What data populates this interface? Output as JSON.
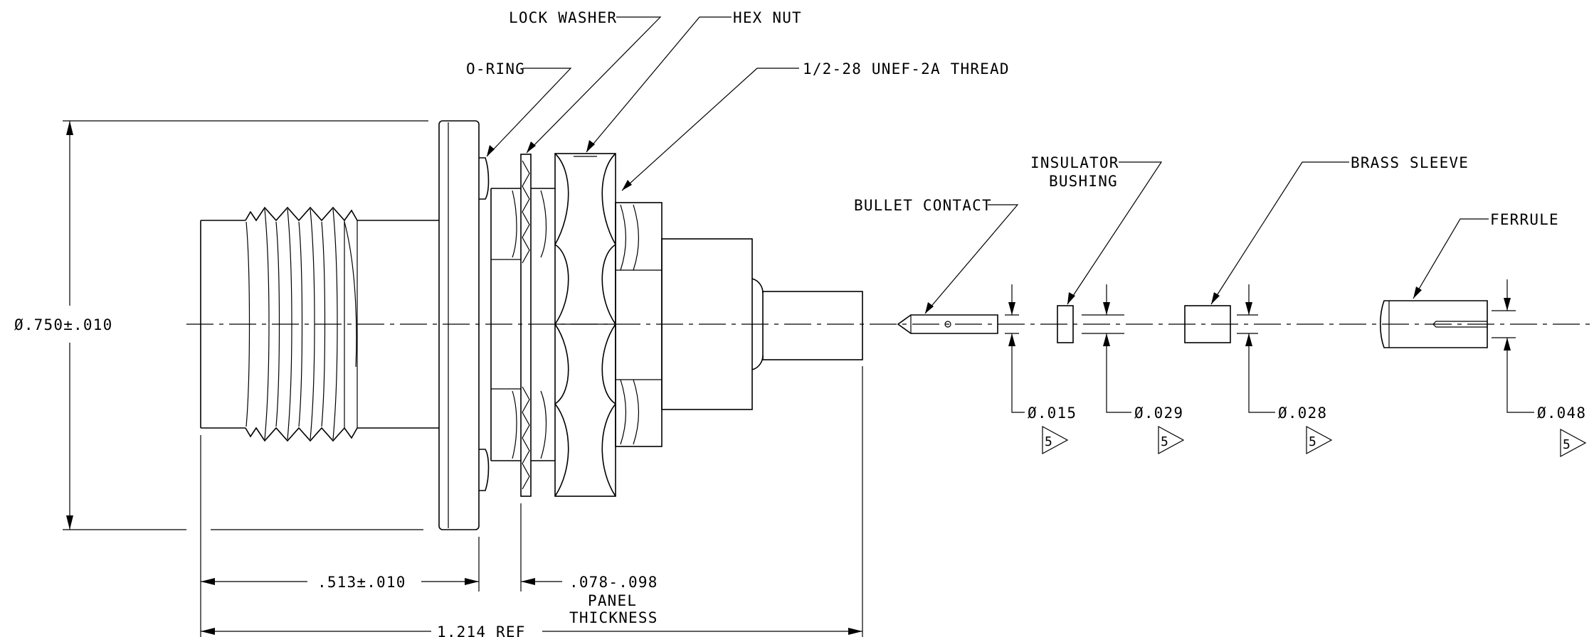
{
  "labels": {
    "lock_washer": "LOCK WASHER",
    "hex_nut": "HEX NUT",
    "o_ring": "O-RING",
    "thread": "1/2-28 UNEF-2A THREAD",
    "insulator_bushing_line1": "INSULATOR",
    "insulator_bushing_line2": "BUSHING",
    "brass_sleeve": "BRASS SLEEVE",
    "bullet_contact": "BULLET CONTACT",
    "ferrule": "FERRULE"
  },
  "dimensions": {
    "overall_diameter": "Ø.750±.010",
    "contact_diameter": "Ø.015",
    "bushing_diameter": "Ø.029",
    "sleeve_diameter": "Ø.028",
    "ferrule_diameter": "Ø.048",
    "flange_length": ".513±.010",
    "panel_thickness_value": ".078-.098",
    "panel_thickness_line1": "PANEL",
    "panel_thickness_line2": "THICKNESS",
    "overall_length": "1.214 REF"
  },
  "flag_note": "5"
}
